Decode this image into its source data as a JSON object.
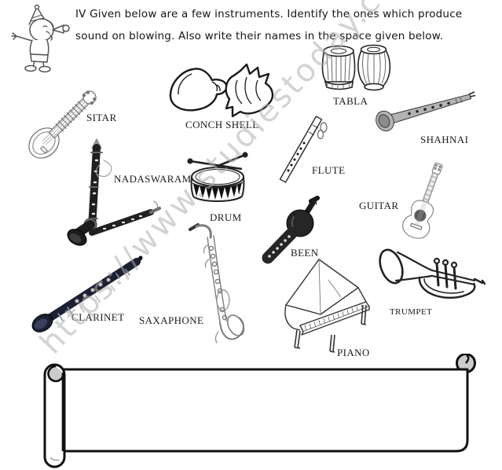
{
  "header": {
    "question_line1": "IV Given below are a few instruments. Identify the ones which produce",
    "question_line2": "sound on blowing. Also write their names in the space given below.",
    "mascot": "clown-blowing-horn"
  },
  "watermark": {
    "text": "https://www.studiestoday.com",
    "color": "#bdbdbd"
  },
  "instruments": [
    {
      "id": "sitar",
      "label": "SITAR"
    },
    {
      "id": "conch-shell",
      "label": "CONCH SHELL"
    },
    {
      "id": "tabla",
      "label": "TABLA"
    },
    {
      "id": "shahnai",
      "label": "SHAHNAI"
    },
    {
      "id": "nadaswaram",
      "label": "NADASWARAM"
    },
    {
      "id": "drum",
      "label": "DRUM"
    },
    {
      "id": "flute",
      "label": "FLUTE"
    },
    {
      "id": "guitar",
      "label": "GUITAR"
    },
    {
      "id": "been",
      "label": "BEEN"
    },
    {
      "id": "clarinet",
      "label": "CLARINET"
    },
    {
      "id": "saxaphone",
      "label": "SAXAPHONE"
    },
    {
      "id": "piano",
      "label": "PIANO"
    },
    {
      "id": "trumpet",
      "label": "TRUMPET"
    }
  ],
  "answer_area": {
    "value": "",
    "placeholder": ""
  },
  "colors": {
    "ink": "#1a1a1a",
    "line_art": "#333333",
    "dark_instrument": "#20242e",
    "watermark": "#bdbdbd"
  }
}
